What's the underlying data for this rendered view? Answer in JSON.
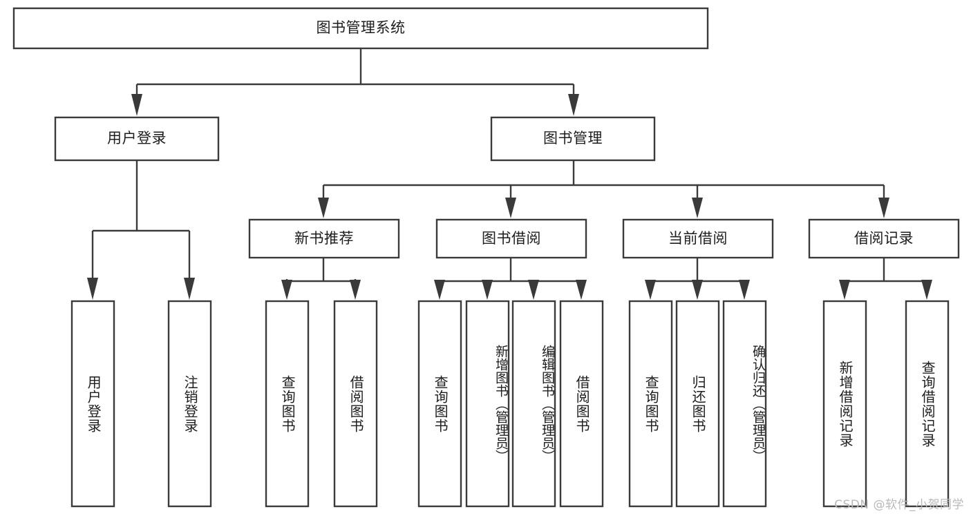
{
  "diagram": {
    "type": "tree-hierarchy-chart",
    "title": "图书管理系统",
    "watermark": "CSDN @软件_小贺同学",
    "colors": {
      "stroke": "#3a3a3a",
      "fill": "#ffffff",
      "text": "#1d1d1d",
      "watermark": "#b9b9b9"
    },
    "root": {
      "label": "图书管理系统"
    },
    "level2": [
      {
        "label": "用户登录"
      },
      {
        "label": "图书管理"
      }
    ],
    "level3": [
      {
        "label": "新书推荐"
      },
      {
        "label": "图书借阅"
      },
      {
        "label": "当前借阅"
      },
      {
        "label": "借阅记录"
      }
    ],
    "leaves": {
      "user_login": [
        {
          "label": "用户登录"
        },
        {
          "label": "注销登录"
        }
      ],
      "new_book_recommend": [
        {
          "label": "查询图书"
        },
        {
          "label": "借阅图书"
        }
      ],
      "book_borrow": [
        {
          "label": "查询图书"
        },
        {
          "label": "新增图书（管理员）"
        },
        {
          "label": "编辑图书（管理员）"
        },
        {
          "label": "借阅图书"
        }
      ],
      "current_borrow": [
        {
          "label": "查询图书"
        },
        {
          "label": "归还图书"
        },
        {
          "label": "确认归还（管理员）"
        }
      ],
      "borrow_record": [
        {
          "label": "新增借阅记录"
        },
        {
          "label": "查询借阅记录"
        }
      ]
    }
  }
}
